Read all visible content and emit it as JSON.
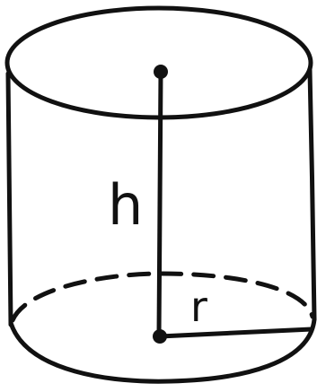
{
  "diagram": {
    "shape": "cylinder",
    "stroke_color": "#111111",
    "background_color": "#ffffff",
    "labels": {
      "height": "h",
      "radius": "r"
    }
  }
}
